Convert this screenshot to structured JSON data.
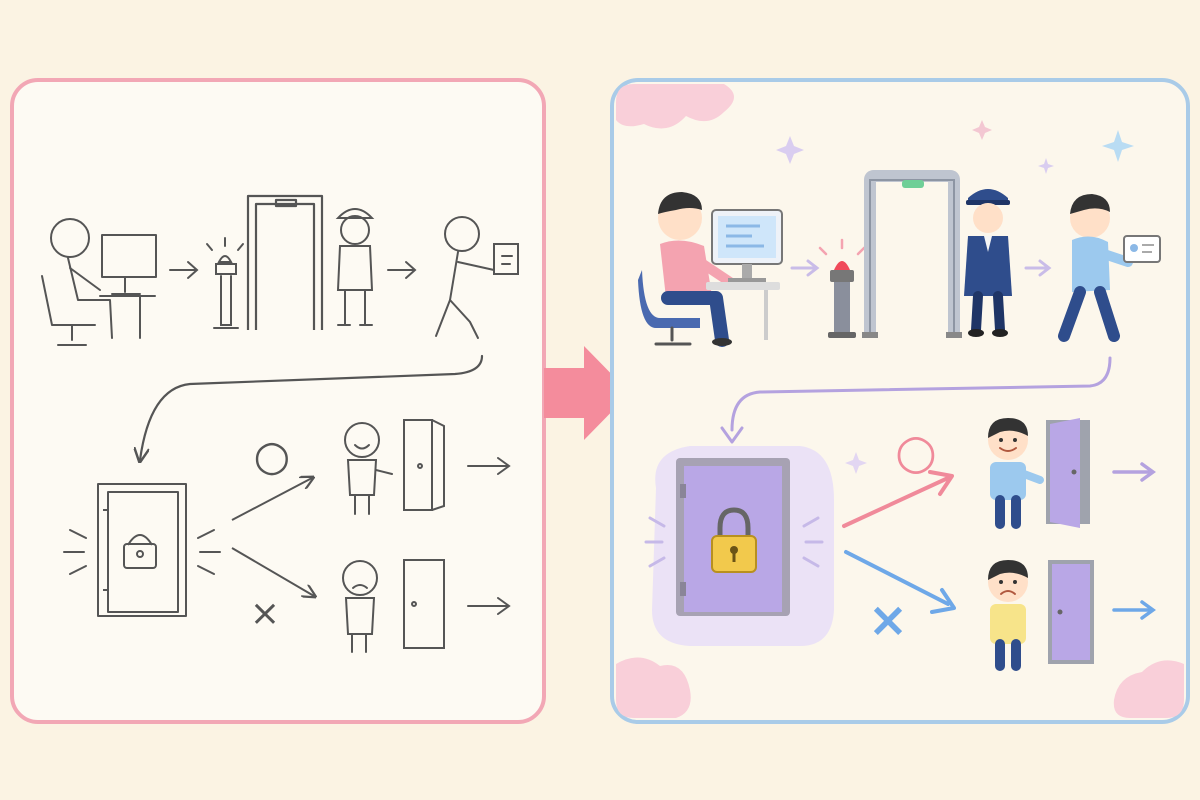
{
  "symbols": {
    "granted": "○",
    "denied": "×"
  },
  "colors": {
    "page_bg": "#fbf3e3",
    "left_border": "#f2a7b5",
    "right_border": "#a9cbe8",
    "transition_arrow": "#f48c9c",
    "sketch_ink": "#555555",
    "granted_color": "#f08a9a",
    "denied_color": "#6ea8e8",
    "flow_color": "#b4a2df",
    "door_color": "#b9a7e6",
    "lock_color": "#f2c94c"
  },
  "panels": [
    {
      "name": "sketch-panel",
      "style": "pencil-sketch"
    },
    {
      "name": "illustrated-panel",
      "style": "colored"
    }
  ]
}
